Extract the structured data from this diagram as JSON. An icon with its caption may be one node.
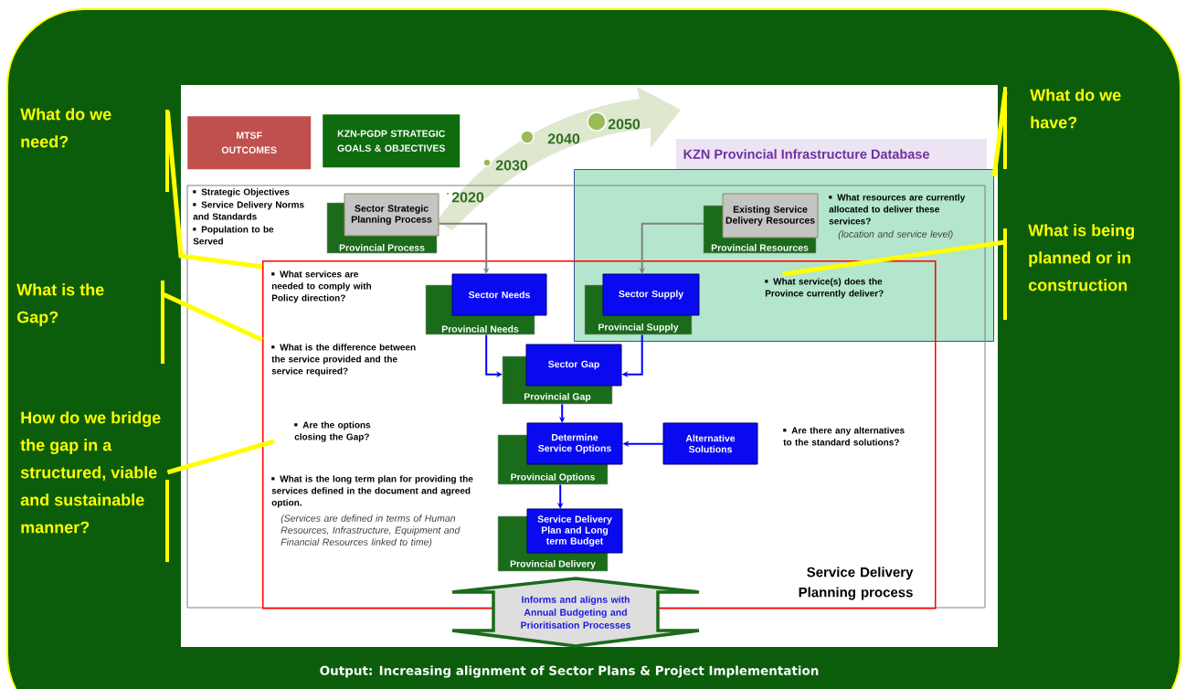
{
  "diagram": {
    "caption": "Output: Increasing alignment of Sector Plans & Project Implementation",
    "nodes": [
      {
        "text": [
          "What do we need?"
        ]
      },
      {
        "text": [
          "What is the Gap?"
        ]
      },
      {
        "text": [
          "How do we bridge the gap in a structured, viable and sustainable manner?"
        ]
      },
      {
        "text": [
          "What do we have?"
        ]
      },
      {
        "text": [
          "What is being planned or in construction"
        ]
      },
      {
        "text": [
          "MTSF OUTCOMES"
        ]
      },
      {
        "text": [
          "KZN-PGDP STRATEGIC GOALS & OBJECTIVES"
        ]
      },
      {
        "text": [
          "Service Delivery Planning process"
        ]
      },
      {
        "text": [
          "KZN Provincial Infrastructure Database"
        ]
      },
      {
        "text": [
          "Sector Strategic Planning Process",
          "Provincial Process"
        ]
      },
      {
        "text": [
          "Existing Service Delivery Resources",
          "Provincial Resources"
        ],
        "in": 8
      },
      {
        "text": [
          "Sector Needs",
          "Provincial Needs"
        ],
        "in": 7
      },
      {
        "text": [
          "Sector Supply",
          "Provincial Supply"
        ]
      },
      {
        "text": [
          "Sector Gap",
          "Provincial Gap"
        ],
        "in": 7
      },
      {
        "text": [
          "Determine Service Options",
          "Provincial Options"
        ],
        "in": 7
      },
      {
        "text": [
          "Alternative Solutions"
        ],
        "in": 7
      },
      {
        "text": [
          "Service Delivery Plan and Long term Budget",
          "Provincial Delivery"
        ],
        "in": 7
      },
      {
        "text": [
          "Informs and aligns with Annual Budgeting and Prioritisation Processes"
        ]
      }
    ],
    "edges": [
      {
        "from": 9,
        "to": 11,
        "arrow": "to",
        "color": "#808080"
      },
      {
        "from": 10,
        "to": 12,
        "arrow": "to",
        "color": "#808080"
      },
      {
        "from": 11,
        "to": 13,
        "arrow": "to",
        "color": "#0000ff"
      },
      {
        "from": 12,
        "to": 13,
        "arrow": "to",
        "color": "#0000ff"
      },
      {
        "from": 13,
        "to": 14,
        "arrow": "to",
        "color": "#0000ff"
      },
      {
        "from": 15,
        "to": 14,
        "arrow": "to",
        "color": "#0000ff"
      },
      {
        "from": 14,
        "to": 16,
        "arrow": "to",
        "color": "#0000ff"
      },
      {
        "from": 0,
        "to": 7,
        "arrow": "none",
        "style": "thick",
        "color": "#ffff00"
      },
      {
        "from": 1,
        "to": 7,
        "arrow": "none",
        "style": "thick",
        "color": "#ffff00"
      },
      {
        "from": 2,
        "to": 7,
        "arrow": "none",
        "style": "thick",
        "color": "#ffff00"
      },
      {
        "from": 3,
        "to": 8,
        "arrow": "none",
        "style": "thick",
        "color": "#ffff00"
      },
      {
        "from": 4,
        "to": 7,
        "arrow": "none",
        "style": "thick",
        "color": "#ffff00"
      }
    ],
    "labels": [
      "Strategic Objectives",
      "Service Delivery Norms and Standards",
      "Population to be Served",
      "What services are needed to comply with Policy direction?",
      "What is the difference between the service provided and the service required?",
      "Are the options closing the Gap?",
      "What is the long term plan for providing the services defined in the document and agreed option.",
      "(Services are defined in terms of Human Resources, Infrastructure, Equipment and Financial Resources linked to time)",
      "What resources are currently allocated to deliver these services?",
      "(location and service level)",
      "What service(s) does the Province currently deliver?",
      "Are there any alternatives to the standard solutions?",
      "2020",
      "2030",
      "2040",
      "2050"
    ]
  }
}
